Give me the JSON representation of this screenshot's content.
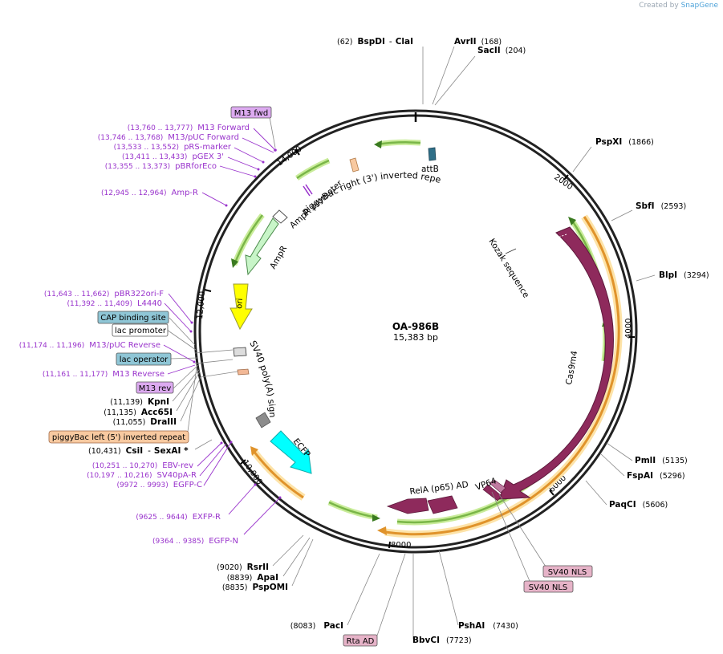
{
  "credit": {
    "prefix": "Created by",
    "brand": "SnapGene"
  },
  "plasmid": {
    "name": "OA-986B",
    "length_label": "15,383 bp",
    "length": 15383
  },
  "ticks": [
    "2000",
    "4000",
    "6000",
    "8000",
    "10,000",
    "12,000",
    "14,000"
  ],
  "enzymes": [
    {
      "pos": "(62)",
      "name": "BspDI",
      "name2": "ClaI"
    },
    {
      "pos": "(168)",
      "name": "AvrII"
    },
    {
      "pos": "(204)",
      "name": "SacII"
    },
    {
      "pos": "(1866)",
      "name": "PspXI"
    },
    {
      "pos": "(2593)",
      "name": "SbfI"
    },
    {
      "pos": "(3294)",
      "name": "BlpI"
    },
    {
      "pos": "(5135)",
      "name": "PmlI"
    },
    {
      "pos": "(5296)",
      "name": "FspAI"
    },
    {
      "pos": "(5606)",
      "name": "PaqCI"
    },
    {
      "pos": "(7430)",
      "name": "PshAI"
    },
    {
      "pos": "(7723)",
      "name": "BbvCI"
    },
    {
      "pos": "(8083)",
      "name": "PacI"
    },
    {
      "pos": "(8835)",
      "name": "PspOMI"
    },
    {
      "pos": "(8839)",
      "name": "ApaI"
    },
    {
      "pos": "(9020)",
      "name": "RsrII"
    },
    {
      "pos": "(10,431)",
      "name": "CsiI",
      "name2": "SexAI *"
    },
    {
      "pos": "(11,055)",
      "name": "DraIII"
    },
    {
      "pos": "(11,135)",
      "name": "Acc65I"
    },
    {
      "pos": "(11,139)",
      "name": "KpnI"
    }
  ],
  "primers": [
    {
      "range": "(13,760 .. 13,777)",
      "name": "M13 Forward"
    },
    {
      "range": "(13,746 .. 13,768)",
      "name": "M13/pUC Forward"
    },
    {
      "range": "(13,533 .. 13,552)",
      "name": "pRS-marker"
    },
    {
      "range": "(13,411 .. 13,433)",
      "name": "pGEX 3'"
    },
    {
      "range": "(13,355 .. 13,373)",
      "name": "pBRforEco"
    },
    {
      "range": "(12,945 .. 12,964)",
      "name": "Amp-R"
    },
    {
      "range": "(11,643 .. 11,662)",
      "name": "pBR322ori-F"
    },
    {
      "range": "(11,392 .. 11,409)",
      "name": "L4440"
    },
    {
      "range": "(11,174 .. 11,196)",
      "name": "M13/pUC Reverse"
    },
    {
      "range": "(11,161 .. 11,177)",
      "name": "M13 Reverse"
    },
    {
      "range": "(10,251 .. 10,270)",
      "name": "EBV-rev"
    },
    {
      "range": "(10,197 .. 10,216)",
      "name": "SV40pA-R"
    },
    {
      "range": "(9972 .. 9993)",
      "name": "EGFP-C"
    },
    {
      "range": "(9625 .. 9644)",
      "name": "EXFP-R"
    },
    {
      "range": "(9364 .. 9385)",
      "name": "EGFP-N"
    }
  ],
  "boxes": [
    {
      "label": "M13 fwd",
      "kind": "primer"
    },
    {
      "label": "CAP binding site",
      "kind": "protein_bind"
    },
    {
      "label": "lac promoter",
      "kind": "promoter"
    },
    {
      "label": "lac operator",
      "kind": "protein_bind"
    },
    {
      "label": "M13 rev",
      "kind": "primer"
    },
    {
      "label": "piggyBac left (5') inverted repeat",
      "kind": "repeat"
    },
    {
      "label": "SV40 NLS",
      "kind": "nls"
    },
    {
      "label": "SV40 NLS",
      "kind": "nls"
    },
    {
      "label": "Rta AD",
      "kind": "nls"
    }
  ],
  "features": {
    "attB": "attB",
    "pbRight": "piggyBac right (3') inverted repeat",
    "ampPromoter": "AmpR promoter",
    "ampR": "AmpR",
    "ori": "ori",
    "sv40pA": "SV40 poly(A) signal",
    "ecfp": "ECFP",
    "kozak": "Kozak sequence",
    "cas9": "Cas9m4",
    "relA": "RelA (p65) AD",
    "vp64": "VP64"
  },
  "colors": {
    "backbone": "#222222",
    "cas9": "#8e2a5c",
    "ampR": "#c8f5c8",
    "ori": "#ffff00",
    "ecfp": "#00ffff",
    "enzyme": "#000000",
    "primer": "#9933cc",
    "cap_box": "#8fc6d6",
    "repeat_box": "#f8c9a0",
    "primer_box": "#dcaaf0",
    "nls_box": "#e6b3c8",
    "orf": "#7ab648",
    "orf_glow": "#c9ec9a",
    "orange": "#e0932b",
    "orange_glow": "#fde3a8"
  }
}
